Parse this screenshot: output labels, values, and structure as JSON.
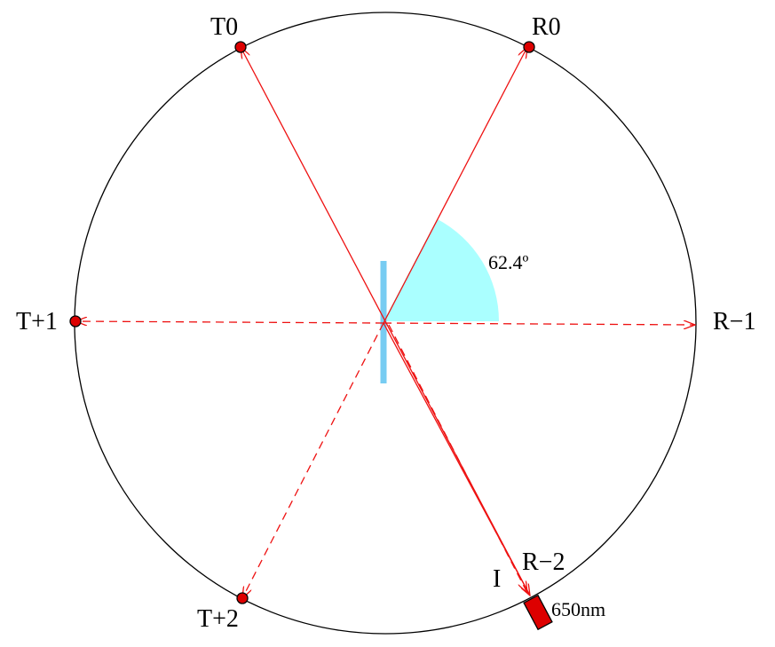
{
  "diagram": {
    "labels": {
      "t0": "T0",
      "r0": "R0",
      "t_plus_1": "T+1",
      "r_minus_1": "R−1",
      "t_plus_2": "T+2",
      "r_minus_2": "R−2",
      "incident": "I",
      "wavelength": "650nm",
      "angle": "62.4º"
    },
    "colors": {
      "beam": "#ee1111",
      "detector_fill": "#dd0000",
      "grating": "#77ccf2",
      "angle_sector": "#aaffff",
      "circle": "#000000"
    },
    "angle_degrees": 62.4
  }
}
